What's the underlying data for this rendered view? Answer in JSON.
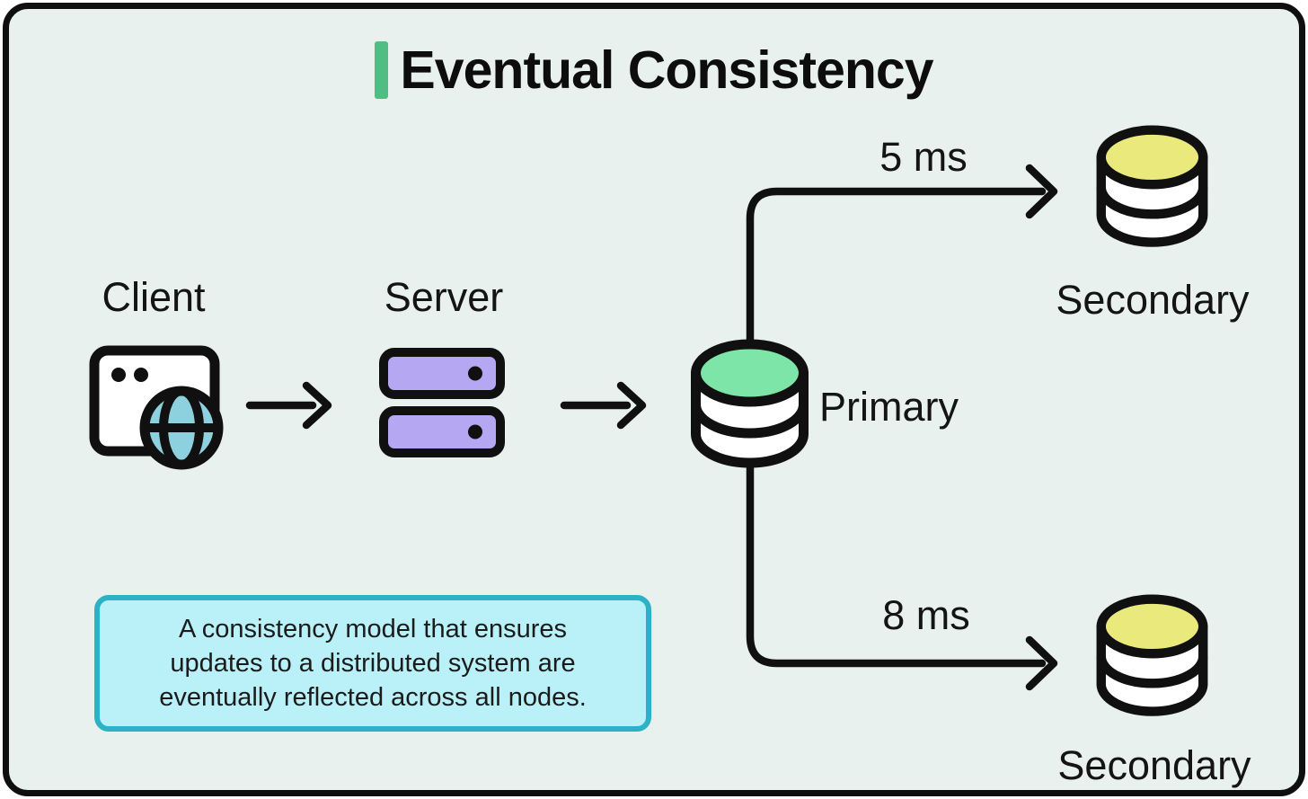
{
  "title": {
    "text": "Eventual Consistency"
  },
  "nodes": {
    "client": {
      "label": "Client",
      "icon": "browser-globe-icon"
    },
    "server": {
      "label": "Server",
      "icon": "server-racks-icon"
    },
    "primary": {
      "label": "Primary",
      "icon": "database-icon"
    },
    "secondary_top": {
      "label": "Secondary",
      "icon": "database-icon",
      "replication_latency": "5 ms"
    },
    "secondary_bottom": {
      "label": "Secondary",
      "icon": "database-icon",
      "replication_latency": "8 ms"
    }
  },
  "note": {
    "lines": [
      "A consistency model that ensures",
      "updates to a distributed system are",
      "eventually reflected across all nodes."
    ]
  },
  "colors": {
    "canvas_bg": "#e8f1ed",
    "outline": "#101010",
    "title_accent": "#52bd82",
    "client_globe": "#8ed1de",
    "server_fill": "#b5a7f2",
    "primary_db_top": "#7ce5a7",
    "secondary_db_top": "#e9e97c",
    "note_fill": "#baf1f8",
    "note_border": "#2bb3c5"
  }
}
